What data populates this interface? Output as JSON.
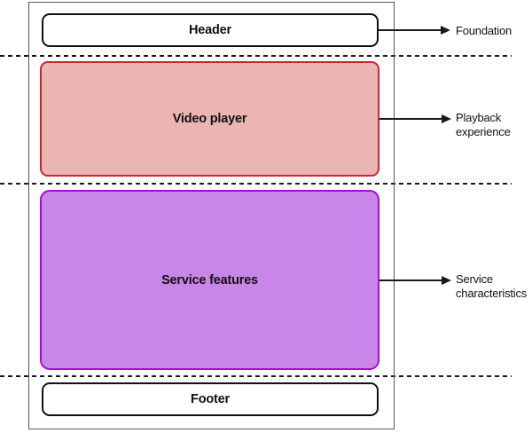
{
  "colors": {
    "canvas-bg": "#ffffff",
    "container-border": "#565656",
    "box-border": "#101010",
    "box-fill": "#ffffff",
    "video-fill": "#eab5b3",
    "video-border": "#c5282f",
    "service-fill": "#ca85e8",
    "service-border": "#a50bd5",
    "line-color": "#1a1a1a",
    "text-color": "#111111"
  },
  "boxes": {
    "header": {
      "label": "Header"
    },
    "video": {
      "label": "Video player"
    },
    "service": {
      "label": "Service features"
    },
    "footer": {
      "label": "Footer"
    }
  },
  "annotations": {
    "foundation": {
      "label": "Foundation"
    },
    "playback": {
      "label": "Playback experience"
    },
    "service": {
      "label": "Service characteristics"
    }
  }
}
